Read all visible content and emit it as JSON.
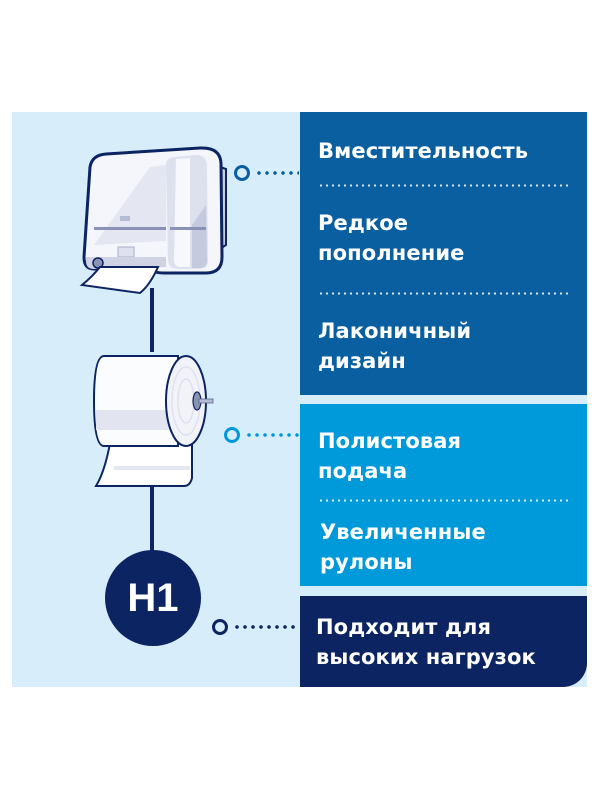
{
  "colors": {
    "background_light": "#d7edf9",
    "panel_dark_blue": "#0a5fa0",
    "panel_bright_blue": "#0099da",
    "panel_navy": "#0c2461",
    "text": "#ffffff"
  },
  "illustration": {
    "dispenser_icon": "paper-towel-dispenser-icon",
    "roll_icon": "paper-towel-roll-icon",
    "badge": {
      "label": "H1",
      "icon": "system-badge-icon"
    }
  },
  "groups": [
    {
      "name": "dispenser-features",
      "color": "#0a5fa0",
      "features": [
        {
          "label": "Вместительность"
        },
        {
          "label": "Редкое\nпополнение"
        },
        {
          "label": "Лаконичный\nдизайн"
        }
      ]
    },
    {
      "name": "roll-features",
      "color": "#0099da",
      "features": [
        {
          "label": "Полистовая\nподача"
        },
        {
          "label": "Увеличенные\nрулоны"
        }
      ]
    },
    {
      "name": "system-features",
      "color": "#0c2461",
      "features": [
        {
          "label": "Подходит для\nвысоких нагрузок"
        }
      ]
    }
  ]
}
